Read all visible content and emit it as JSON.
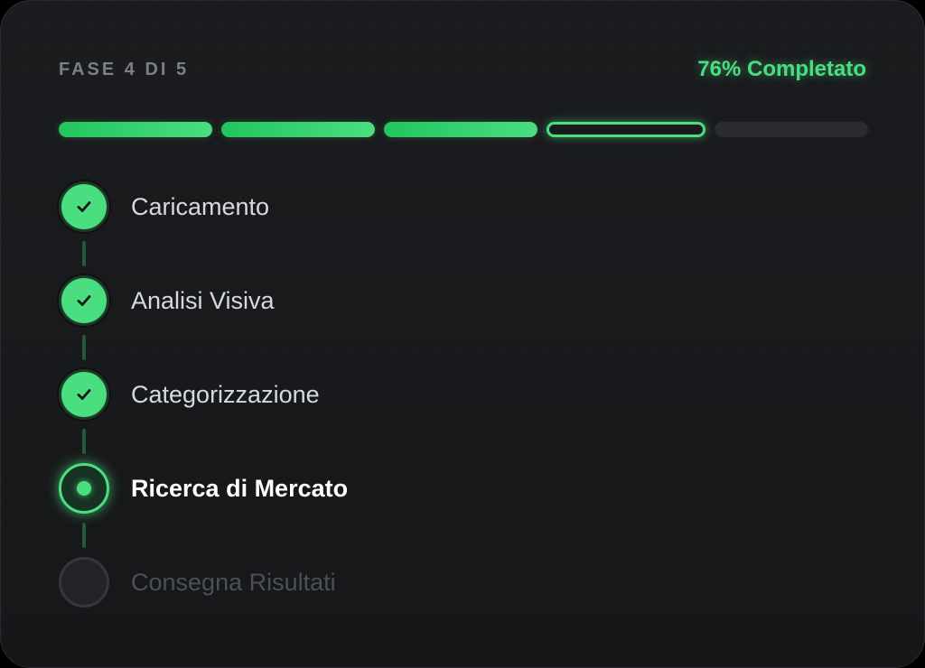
{
  "header": {
    "phase_label": "FASE 4 DI 5",
    "percent_label": "76% Completato"
  },
  "progress": {
    "current_step": 4,
    "total_steps": 5,
    "percent": 76,
    "segments": [
      "done",
      "done",
      "done",
      "active",
      "todo"
    ]
  },
  "colors": {
    "accent": "#4ade80",
    "card_background": "#1a1b1e",
    "inactive": "#2a2b30"
  },
  "steps": [
    {
      "label": "Caricamento",
      "status": "done",
      "icon": "check-icon"
    },
    {
      "label": "Analisi Visiva",
      "status": "done",
      "icon": "check-icon"
    },
    {
      "label": "Categorizzazione",
      "status": "done",
      "icon": "check-icon"
    },
    {
      "label": "Ricerca di Mercato",
      "status": "active",
      "icon": "active-dot-icon"
    },
    {
      "label": "Consegna Risultati",
      "status": "todo",
      "icon": "empty-circle-icon"
    }
  ]
}
